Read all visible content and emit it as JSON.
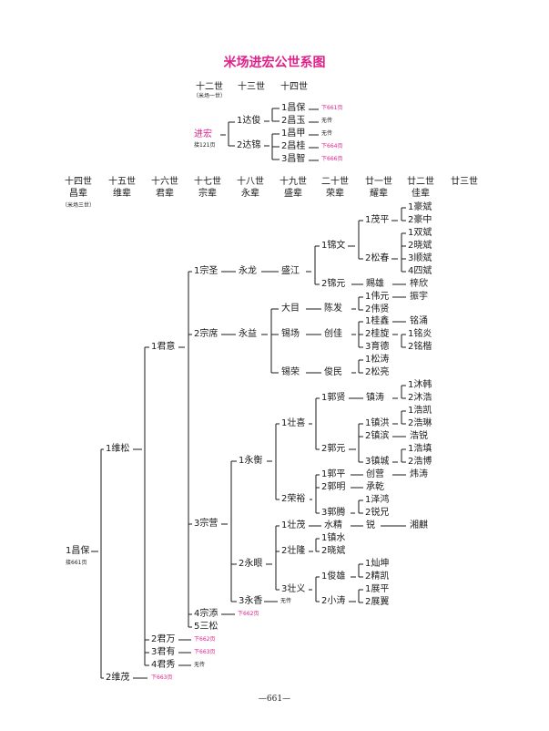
{
  "title": "米场进宏公世系图",
  "footer": "—661—",
  "top_headers": {
    "g12": "十二世",
    "g12_note": "（米场一世）",
    "g13": "十三世",
    "g14": "十四世"
  },
  "top_tree": {
    "root": "进宏",
    "root_ref": "接121页",
    "n1": "1达俊",
    "n2": "2达锦",
    "c1": "1昌保",
    "c2": "2昌玉",
    "c3": "1昌甲",
    "c4": "2昌桂",
    "c5": "3昌智",
    "r1": "下661页",
    "r2": "无传",
    "r3": "无传",
    "r4": "下664页",
    "r5": "下666页"
  },
  "gen_headers": [
    {
      "gen": "十四世",
      "bei": "昌辈"
    },
    {
      "gen": "十五世",
      "bei": "维辈"
    },
    {
      "gen": "十六世",
      "bei": "君辈"
    },
    {
      "gen": "十七世",
      "bei": "宗辈"
    },
    {
      "gen": "十八世",
      "bei": "永辈"
    },
    {
      "gen": "十九世",
      "bei": "盛辈"
    },
    {
      "gen": "二十世",
      "bei": "荣辈"
    },
    {
      "gen": "廿一世",
      "bei": "耀辈"
    },
    {
      "gen": "廿二世",
      "bei": "佳辈"
    },
    {
      "gen": "廿三世",
      "bei": ""
    }
  ],
  "gen_note": "（米场三世）",
  "tree": {
    "changbao": "1昌保",
    "changbao_ref": "接661页",
    "weisong": "1维松",
    "weimao": "2维茂",
    "weimao_ref": "下663页",
    "junyi": "1君意",
    "junwan": "2君万",
    "junwan_ref": "下662页",
    "junyou": "3君有",
    "junyou_ref": "下663页",
    "junxiu": "4君秀",
    "junxiu_ref": "无传",
    "zongsheng": "1宗圣",
    "zongxi": "2宗席",
    "zongying": "3宗营",
    "zongtian": "4宗添",
    "zongtian_ref": "下662页",
    "sansong": "5三松",
    "yonglong": "永龙",
    "yongyi": "永益",
    "yongheng": "1永衡",
    "yongyan": "2永眼",
    "yongxiang": "3永香",
    "yongxiang_ref": "无传",
    "shengjiang": "盛江",
    "damu": "大目",
    "xichang": "锡场",
    "xirong": "锡荣",
    "zhuangxi": "1壮喜",
    "rongyu": "2荣裕",
    "zhuangmao": "1壮茂",
    "zhuanglong": "2壮隆",
    "zhuangyi": "3壮义",
    "jinwen": "1锦文",
    "jinyuan": "2锦元",
    "chenfa": "陈发",
    "chuangjia": "创佳",
    "junmin": "俊民",
    "guoxian": "1郭贤",
    "guoyuan": "2郭元",
    "guoping": "1郭平",
    "guoming": "2郭明",
    "guoteng": "3郭腾",
    "shuijing": "水精",
    "zhenshui": "1镇水",
    "xiaobin": "2晓斌",
    "junxiong": "1俊雄",
    "xiaotao": "2小涛",
    "maoping": "1茂平",
    "songchun": "2松春",
    "cixiong": "赐雄",
    "weiyuan": "1伟元",
    "weixian": "2伟贤",
    "guixin": "1桂鑫",
    "guixuan": "2桂旋",
    "yude": "3育德",
    "songtao": "1松涛",
    "songliang": "2松亮",
    "zhentao": "镇涛",
    "zhenhong": "1镇洪",
    "zhenbin": "2镇滨",
    "zhencheng": "3镇城",
    "chuangying": "创营",
    "chengqian": "承乾",
    "zehong": "1泽鸿",
    "ruiyun": "2锐兄",
    "rui": "锐",
    "canshen": "1灿坤",
    "jingkai": "2精凯",
    "zhanping": "1展平",
    "zhanyi": "2展翼",
    "haobin": "1豪斌",
    "haozhong": "2豪中",
    "shuangbin": "1双斌",
    "xiaobin2": "2晓斌",
    "shunbin": "3顺斌",
    "sibin": "4四斌",
    "zixin": "梓欣",
    "zhenyu": "振宇",
    "mingyong": "铭涌",
    "mingyan": "1铭炎",
    "mingkai": "2铭楷",
    "muhan": "1沐韩",
    "muhao": "2沐浩",
    "haokai": "1浩凯",
    "haolin": "2浩琳",
    "haorui": "浩锐",
    "haotian": "1浩填",
    "haobo": "2浩博",
    "weitao": "炜涛",
    "xiangqi": "湘麒"
  }
}
